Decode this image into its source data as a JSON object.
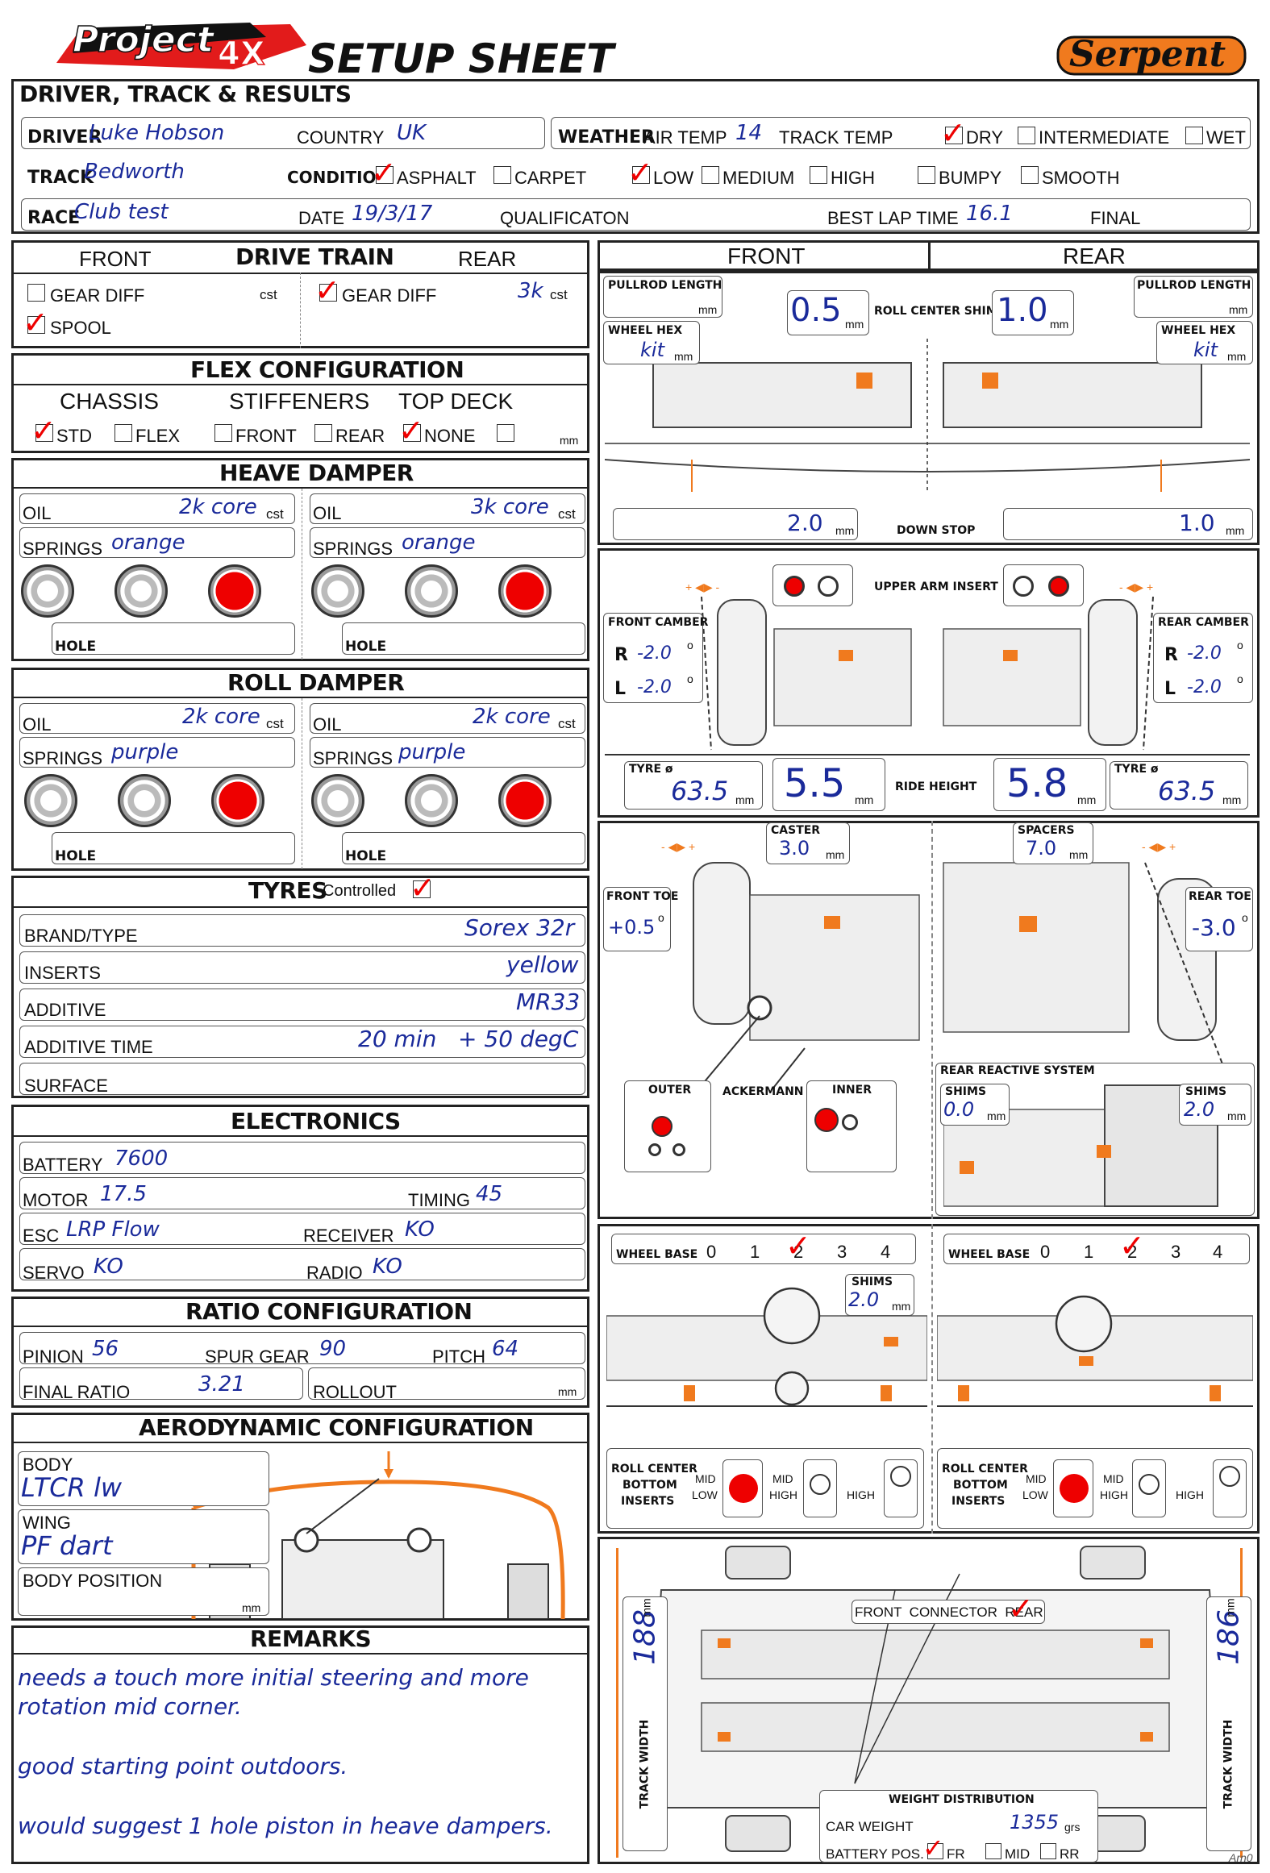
{
  "header": {
    "brand": "Project",
    "brand_x": "4X",
    "title": "SETUP SHEET",
    "maker": "Serpent"
  },
  "driver": {
    "section": "DRIVER, TRACK & RESULTS",
    "driver_label": "DRIVER",
    "driver": "Luke Hobson",
    "country_label": "COUNTRY",
    "country": "UK",
    "weather_label": "WEATHER",
    "air_temp_label": "AIR TEMP",
    "air_temp": "14",
    "track_temp_label": "TRACK TEMP",
    "dry": "DRY",
    "intermediate": "INTERMEDIATE",
    "wet": "WET",
    "track_label": "TRACK",
    "track": "Bedworth",
    "condition_label": "CONDITION",
    "asphalt": "ASPHALT",
    "carpet": "CARPET",
    "low": "LOW",
    "medium": "MEDIUM",
    "high": "HIGH",
    "bumpy": "BUMPY",
    "smooth": "SMOOTH",
    "race_label": "RACE",
    "race": "Club test",
    "date_label": "DATE",
    "date": "19/3/17",
    "qualification": "QUALIFICATON",
    "best_lap_label": "BEST LAP TIME",
    "best_lap": "16.1",
    "final": "FINAL"
  },
  "drivetrain": {
    "front": "FRONT",
    "title": "DRIVE TRAIN",
    "rear": "REAR",
    "gear_diff": "GEAR DIFF",
    "cst": "cst",
    "spool": "SPOOL",
    "rear_value": "3k"
  },
  "flex": {
    "title": "FLEX CONFIGURATION",
    "chassis": "CHASSIS",
    "stiffeners": "STIFFENERS",
    "top_deck": "TOP DECK",
    "std": "STD",
    "flex": "FLEX",
    "front": "FRONT",
    "rear": "REAR",
    "none": "NONE",
    "mm": "mm"
  },
  "heave": {
    "title": "HEAVE DAMPER",
    "oil": "OIL",
    "springs": "SPRINGS",
    "hole": "HOLE",
    "cst": "cst",
    "front_oil": "2k core",
    "rear_oil": "3k core",
    "front_springs": "orange",
    "rear_springs": "orange"
  },
  "roll": {
    "title": "ROLL DAMPER",
    "oil": "OIL",
    "springs": "SPRINGS",
    "hole": "HOLE",
    "cst": "cst",
    "front_oil": "2k core",
    "rear_oil": "2k core",
    "front_springs": "purple",
    "rear_springs": "purple"
  },
  "tyres": {
    "title": "TYRES",
    "controlled": "Controlled",
    "brand_label": "BRAND/TYPE",
    "brand": "Sorex 32r",
    "inserts_label": "INSERTS",
    "inserts": "yellow",
    "additive_label": "ADDITIVE",
    "additive": "MR33",
    "additive_time_label": "ADDITIVE TIME",
    "additive_time": "20 min   + 50 degC",
    "surface_label": "SURFACE"
  },
  "electronics": {
    "title": "ELECTRONICS",
    "battery_label": "BATTERY",
    "battery": "7600",
    "motor_label": "MOTOR",
    "motor": "17.5",
    "timing_label": "TIMING",
    "timing": "45",
    "esc_label": "ESC",
    "esc": "LRP Flow",
    "receiver_label": "RECEIVER",
    "receiver": "KO",
    "servo_label": "SERVO",
    "servo": "KO",
    "radio_label": "RADIO",
    "radio": "KO"
  },
  "ratio": {
    "title": "RATIO CONFIGURATION",
    "pinion_label": "PINION",
    "pinion": "56",
    "spur_label": "SPUR GEAR",
    "spur": "90",
    "pitch_label": "PITCH",
    "pitch": "64",
    "final_label": "FINAL RATIO",
    "final": "3.21",
    "rollout_label": "ROLLOUT",
    "mm": "mm"
  },
  "aero": {
    "title": "AERODYNAMIC CONFIGURATION",
    "body_label": "BODY",
    "body": "LTCR lw",
    "wing_label": "WING",
    "wing": "PF dart",
    "position_label": "BODY POSITION",
    "mm": "mm"
  },
  "remarks": {
    "title": "REMARKS",
    "line1": "needs a touch more initial steering and more",
    "line2": "rotation mid corner.",
    "line3": "good starting point outdoors.",
    "line4": "would suggest 1 hole piston in heave dampers."
  },
  "geometry": {
    "front": "FRONT",
    "rear": "REAR",
    "pullrod_label": "PULLROD LENGTH",
    "mm": "mm",
    "wheel_hex_label": "WHEEL HEX",
    "front_hex": "kit",
    "rear_hex": "kit",
    "roll_center_label": "ROLL CENTER SHIMS",
    "front_shims": "0.5",
    "rear_shims": "1.0",
    "down_stop_label": "DOWN STOP",
    "front_down": "2.0",
    "rear_down": "1.0",
    "upper_arm_label": "UPPER ARM INSERT",
    "front_camber_label": "FRONT CAMBER",
    "rear_camber_label": "REAR CAMBER",
    "r": "R",
    "l": "L",
    "front_camber_r": "-2.0",
    "front_camber_l": "-2.0",
    "rear_camber_r": "-2.0",
    "rear_camber_l": "-2.0",
    "deg": "o",
    "tyre_label": "TYRE ø",
    "front_tyre": "63.5",
    "rear_tyre": "63.5",
    "ride_height_label": "RIDE HEIGHT",
    "front_ride": "5.5",
    "rear_ride": "5.8",
    "caster_label": "CASTER",
    "caster": "3.0",
    "spacers_label": "SPACERS",
    "spacers": "7.0",
    "front_toe_label": "FRONT TOE",
    "front_toe": "+0.5",
    "rear_toe_label": "REAR TOE",
    "rear_toe": "-3.0",
    "outer": "OUTER",
    "ackermann": "ACKERMANN",
    "inner": "INNER",
    "reactive_label": "REAR REACTIVE SYSTEM",
    "shims_label": "SHIMS",
    "reactive_shims_front": "0.0",
    "reactive_shims_rear": "2.0",
    "wheelbase_label": "WHEEL BASE",
    "wb_options": [
      "0",
      "1",
      "2",
      "3",
      "4"
    ],
    "wb_shims": "2.0",
    "rc_bottom_label": [
      "ROLL CENTER",
      "BOTTOM",
      "INSERTS"
    ],
    "low": "LOW",
    "mid": "MID",
    "mid_low": "MID",
    "mid_high": "MID",
    "high": "HIGH",
    "track_width_label": "TRACK WIDTH",
    "front_track": "188",
    "rear_track": "186",
    "front_connector": "FRONT  CONNECTOR  REAR",
    "weight_dist_label": "WEIGHT DISTRIBUTION",
    "car_weight_label": "CAR WEIGHT",
    "car_weight": "1355",
    "grs": "grs",
    "battery_pos_label": "BATTERY POS.",
    "fr": "FR",
    "mid_pos": "MID",
    "rr": "RR",
    "footer": "Arn0"
  },
  "colors": {
    "accent": "#f07a1e",
    "check": "#e00000",
    "ink": "#1a2a9a"
  }
}
